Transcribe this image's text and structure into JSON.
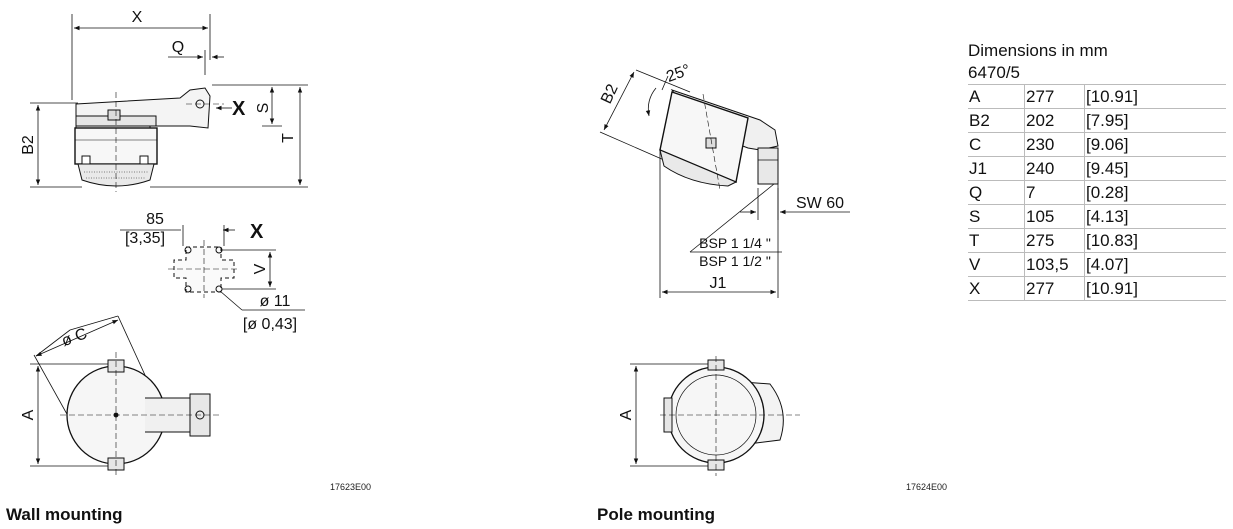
{
  "wall_mounting": {
    "caption": "Wall mounting",
    "code": "17623E00",
    "labels": {
      "x": "X",
      "q": "Q",
      "s": "S",
      "t": "T",
      "b2": "B2",
      "x_marker": "X",
      "x_detail": "X",
      "dim_85": "85",
      "dim_85_in": "[3,35]",
      "v": "V",
      "hole_d": "ø 11",
      "hole_d_in": "[ø 0,43]",
      "dia_c": "ø C",
      "a": "A"
    }
  },
  "pole_mounting": {
    "caption": "Pole mounting",
    "code": "17624E00",
    "labels": {
      "angle": "25°",
      "b2": "B2",
      "sw": "SW 60",
      "bsp1": "BSP 1 1/4 \"",
      "bsp2": "BSP 1 1/2 \"",
      "j1": "J1",
      "a": "A"
    }
  },
  "dimensions": {
    "title": "Dimensions in mm",
    "model": "6470/5",
    "rows": [
      {
        "name": "A",
        "mm": "277",
        "inch": "[10.91]"
      },
      {
        "name": "B2",
        "mm": "202",
        "inch": "[7.95]"
      },
      {
        "name": "C",
        "mm": "230",
        "inch": "[9.06]"
      },
      {
        "name": "J1",
        "mm": "240",
        "inch": "[9.45]"
      },
      {
        "name": "Q",
        "mm": "7",
        "inch": "[0.28]"
      },
      {
        "name": "S",
        "mm": "105",
        "inch": "[4.13]"
      },
      {
        "name": "T",
        "mm": "275",
        "inch": "[10.83]"
      },
      {
        "name": "V",
        "mm": "103,5",
        "inch": "[4.07]"
      },
      {
        "name": "X",
        "mm": "277",
        "inch": "[10.91]"
      }
    ]
  }
}
